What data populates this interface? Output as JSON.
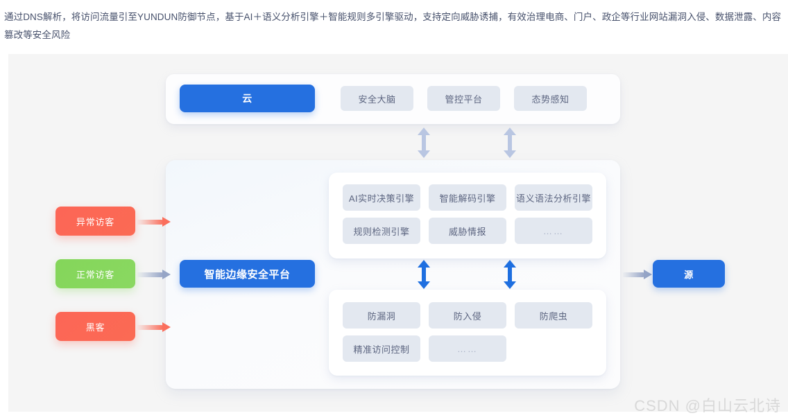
{
  "description": "通过DNS解析，将访问流量引至YUNDUN防御节点，基于AI＋语义分析引擎＋智能规则多引擎驱动，支持定向威胁诱捕，有效治理电商、门户、政企等行业网站漏洞入侵、数据泄露、内容篡改等安全风险",
  "colors": {
    "accent_blue": "#2570e0",
    "arrow_blue": "#1e6fe0",
    "arrow_light": "#b9c6e2",
    "danger_red": "#fc6656",
    "safe_green": "#84d65a",
    "pill_gray": "#e3e8f0",
    "canvas_gray": "#f5f5f5",
    "text_slate": "#5c6580"
  },
  "cloud_layer": {
    "primary": "云",
    "items": [
      {
        "label": "安全大脑"
      },
      {
        "label": "管控平台"
      },
      {
        "label": "态势感知"
      }
    ]
  },
  "platform": {
    "title": "智能边缘安全平台"
  },
  "engine_layer": {
    "items": [
      {
        "label": "AI实时决策引擎"
      },
      {
        "label": "智能解码引擎"
      },
      {
        "label": "语义语法分析引擎"
      },
      {
        "label": "规则检测引擎"
      },
      {
        "label": "威胁情报"
      },
      {
        "label": "……"
      }
    ]
  },
  "protection_layer": {
    "items": [
      {
        "label": "防漏洞"
      },
      {
        "label": "防入侵"
      },
      {
        "label": "防爬虫"
      },
      {
        "label": "精准访问控制"
      },
      {
        "label": "……"
      }
    ]
  },
  "visitors": [
    {
      "label": "异常访客",
      "type": "danger",
      "arrow": "red"
    },
    {
      "label": "正常访客",
      "type": "safe",
      "arrow": "gray"
    },
    {
      "label": "黑客",
      "type": "danger",
      "arrow": "red"
    }
  ],
  "origin": {
    "label": "源"
  },
  "watermark": "CSDN @白山云北诗"
}
